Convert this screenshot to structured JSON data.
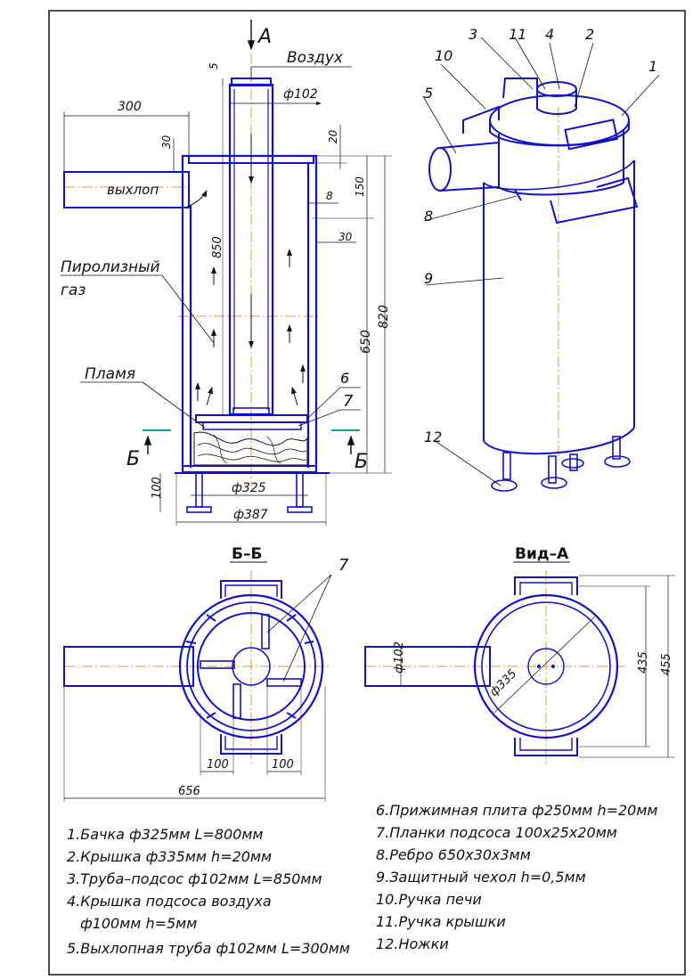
{
  "view_labels": {
    "arrow_a": "A",
    "section_b_left": "Б",
    "section_b_right": "Б",
    "section_title": "Б–Б",
    "view_title": "Вид–А"
  },
  "annotations": {
    "air": "Воздух",
    "exhaust": "выхлоп",
    "pyrolysis_gas_line1": "Пиролизный",
    "pyrolysis_gas_line2": "газ",
    "flame": "Пламя"
  },
  "dimensions": {
    "d5": "5",
    "d102_top": "ф102",
    "d300": "300",
    "d30_left": "30",
    "d20": "20",
    "d150": "150",
    "d8": "8",
    "d30_right": "30",
    "d850": "850",
    "d820": "820",
    "d650": "650",
    "d100_leg": "100",
    "d325": "ф325",
    "d387": "ф387",
    "d100_a": "100",
    "d100_b": "100",
    "d656": "656",
    "d102_view": "ф102",
    "d335": "ф335",
    "d435": "435",
    "d455": "455"
  },
  "callouts": [
    "1",
    "2",
    "3",
    "4",
    "5",
    "6",
    "7",
    "8",
    "9",
    "10",
    "11",
    "12"
  ],
  "section_callout": "7",
  "parts_left": [
    "1.Бачка ф325мм L=800мм",
    "2.Крышка ф335мм h=20мм",
    "3.Труба–подсос ф102мм L=850мм",
    "4.Крышка подсоса воздуха",
    "ф100мм h=5мм",
    "5.Выхлопная труба ф102мм L=300мм"
  ],
  "parts_right": [
    "6.Прижимная плита ф250мм h=20мм",
    "7.Планки подсоса 100х25х20мм",
    "8.Ребро 650х30х3мм",
    "9.Защитный чехол h=0,5мм",
    "10.Ручка печи",
    "11.Ручка крышки",
    "12.Ножки"
  ],
  "colors": {
    "outline": "#1010d0",
    "centerline": "#e39a2a",
    "text": "#111111",
    "section_marker": "#1a9a8a"
  }
}
